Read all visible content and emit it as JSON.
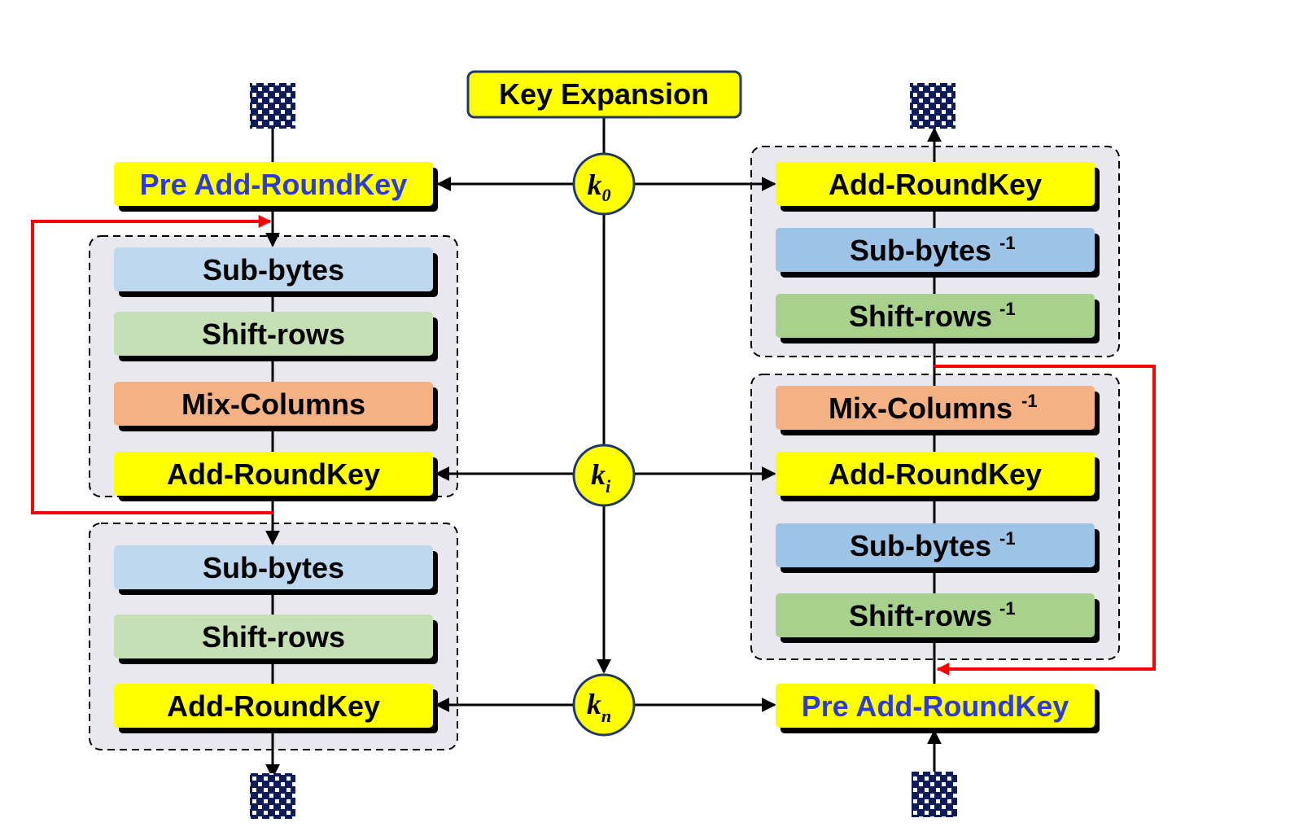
{
  "colors": {
    "yellow": "#ffff00",
    "blue_box": "#9dc3e6",
    "blue_box_light": "#bdd7ee",
    "green_box": "#a9d18e",
    "green_box_light": "#c5e0b4",
    "orange_box": "#f4b183",
    "group_fill": "#eae8ef",
    "blue_text": "#2e3bd6",
    "red_loop": "#ff0000",
    "dark_navy": "#0f1c5c"
  },
  "key_expansion": {
    "label": "Key Expansion"
  },
  "keys": {
    "k0": "k",
    "k0_sub": "0",
    "ki": "k",
    "ki_sub": "i",
    "kn": "k",
    "kn_sub": "n"
  },
  "encrypt": {
    "pre": "Pre Add-RoundKey",
    "round": {
      "sub": "Sub-bytes",
      "shift": "Shift-rows",
      "mix": "Mix-Columns",
      "add": "Add-RoundKey"
    },
    "final": {
      "sub": "Sub-bytes",
      "shift": "Shift-rows",
      "add": "Add-RoundKey"
    }
  },
  "decrypt": {
    "final": {
      "add": "Add-RoundKey",
      "sub": "Sub-bytes",
      "shift": "Shift-rows"
    },
    "round": {
      "mix": "Mix-Columns",
      "add": "Add-RoundKey",
      "sub": "Sub-bytes",
      "shift": "Shift-rows"
    },
    "pre": "Pre Add-RoundKey",
    "inv": "-1"
  },
  "icons": [
    "data-block-icon",
    "data-block-icon",
    "data-block-icon",
    "data-block-icon"
  ]
}
